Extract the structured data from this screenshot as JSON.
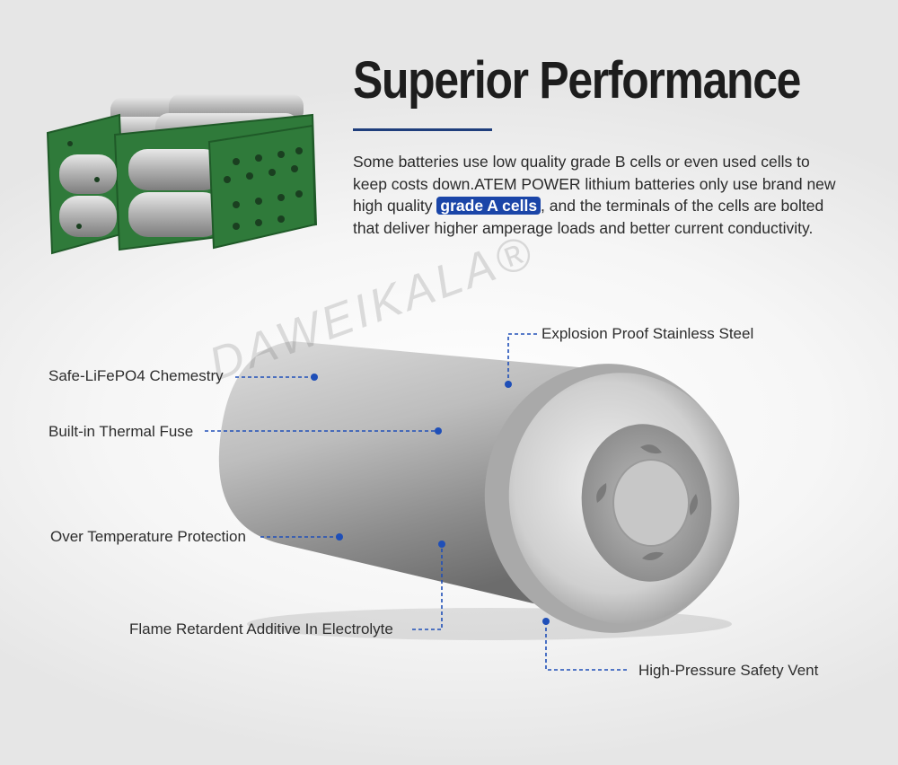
{
  "heading": "Superior Performance",
  "description": {
    "before": "Some batteries use low quality grade B cells or even used cells to keep costs down.ATEM POWER lithium batteries only use brand new high quality ",
    "highlight": "grade A cells",
    "after": ", and the terminals of the cells are bolted that deliver higher amperage loads and better current conductivity."
  },
  "watermark": "DAWEIKALA®",
  "callouts": {
    "explosion_proof": "Explosion Proof Stainless Steel",
    "chemistry": "Safe-LiFePO4 Chemestry",
    "thermal_fuse": "Built-in Thermal Fuse",
    "over_temp": "Over Temperature Protection",
    "flame_retardent": "Flame Retardent Additive In Electrolyte",
    "safety_vent": "High-Pressure Safety Vent"
  },
  "colors": {
    "accent": "#1a45a8",
    "leader": "#1f4fb8",
    "heading": "#1d1d1d",
    "board": "#2f7a3a"
  }
}
